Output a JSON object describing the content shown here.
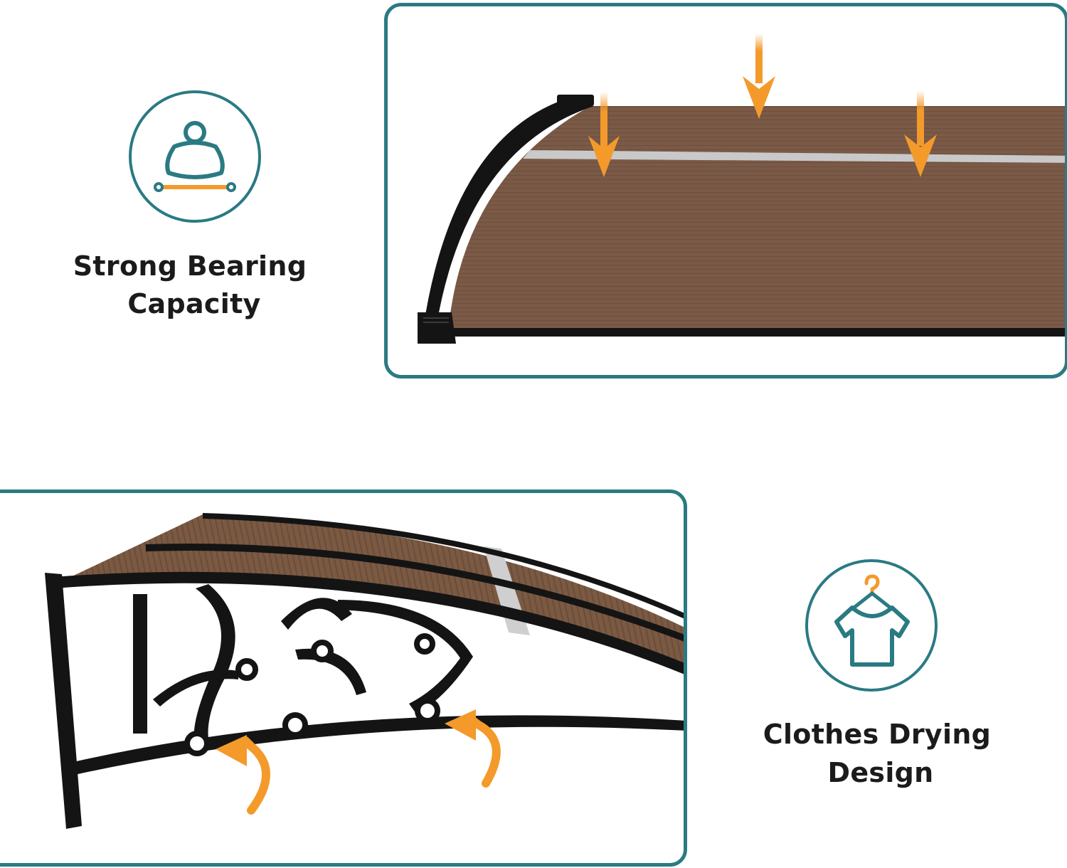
{
  "features": [
    {
      "line1": "Strong Bearing",
      "line2": "Capacity",
      "icon": "weight-icon"
    },
    {
      "line1": "Clothes Drying",
      "line2": "Design",
      "icon": "hanger-shirt-icon"
    }
  ],
  "colors": {
    "teal": "#2a7a83",
    "orange": "#f39a2b",
    "panel_brown": "#7a5a45",
    "frame_black": "#141414"
  }
}
